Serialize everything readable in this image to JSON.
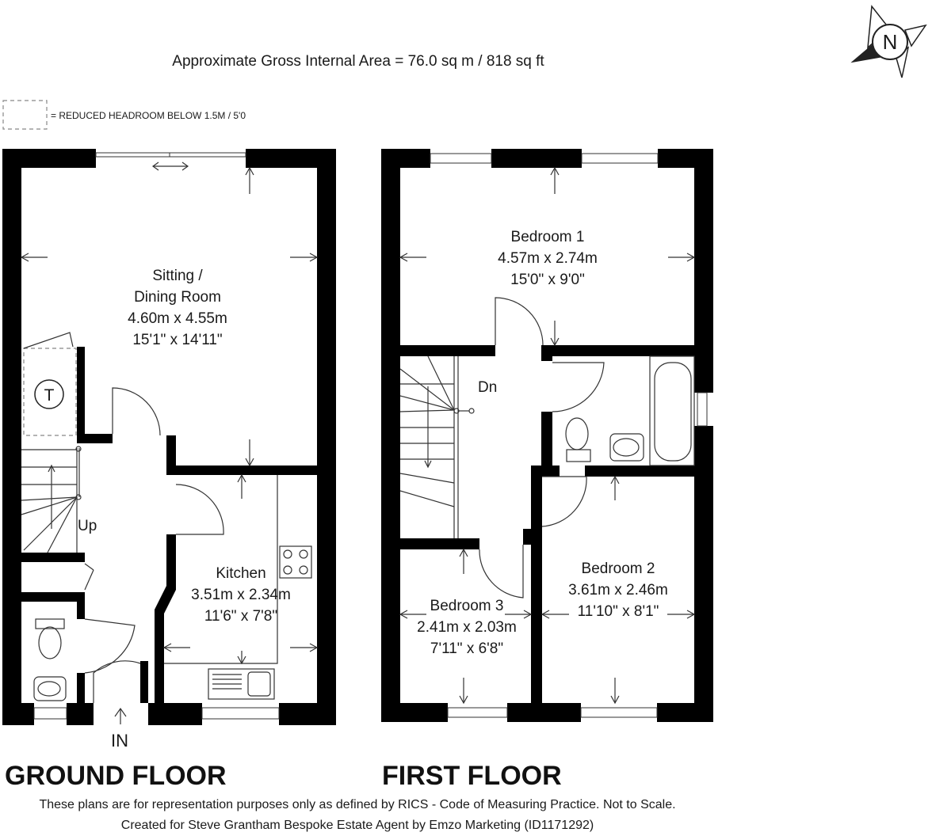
{
  "header": {
    "area_text": "Approximate Gross Internal Area = 76.0 sq m / 818 sq ft",
    "compass_label": "N"
  },
  "legend": {
    "text": "= REDUCED HEADROOM BELOW 1.5M / 5'0"
  },
  "ground_floor": {
    "title": "GROUND FLOOR",
    "entrance_label": "IN",
    "stairs_label": "Up",
    "cylinder_label": "T",
    "rooms": [
      {
        "name_lines": [
          "Sitting  /",
          "Dining Room"
        ],
        "metric": "4.60m x 4.55m",
        "imperial": "15'1\" x 14'11\""
      },
      {
        "name_lines": [
          "Kitchen"
        ],
        "metric": "3.51m x 2.34m",
        "imperial": "11'6\" x 7'8\""
      }
    ]
  },
  "first_floor": {
    "title": "FIRST FLOOR",
    "stairs_label": "Dn",
    "rooms": [
      {
        "name_lines": [
          "Bedroom 1"
        ],
        "metric": "4.57m x 2.74m",
        "imperial": "15'0\" x 9'0\""
      },
      {
        "name_lines": [
          "Bedroom 2"
        ],
        "metric": "3.61m x 2.46m",
        "imperial": "11'10\" x 8'1\""
      },
      {
        "name_lines": [
          "Bedroom 3"
        ],
        "metric": "2.41m x 2.03m",
        "imperial": "7'11\" x 6'8\""
      }
    ]
  },
  "footer": {
    "disclaimer": "These plans are for representation purposes only as defined by RICS - Code of Measuring Practice. Not to Scale.",
    "credit": "Created for Steve Grantham Bespoke Estate Agent by Emzo Marketing (ID1171292)"
  }
}
